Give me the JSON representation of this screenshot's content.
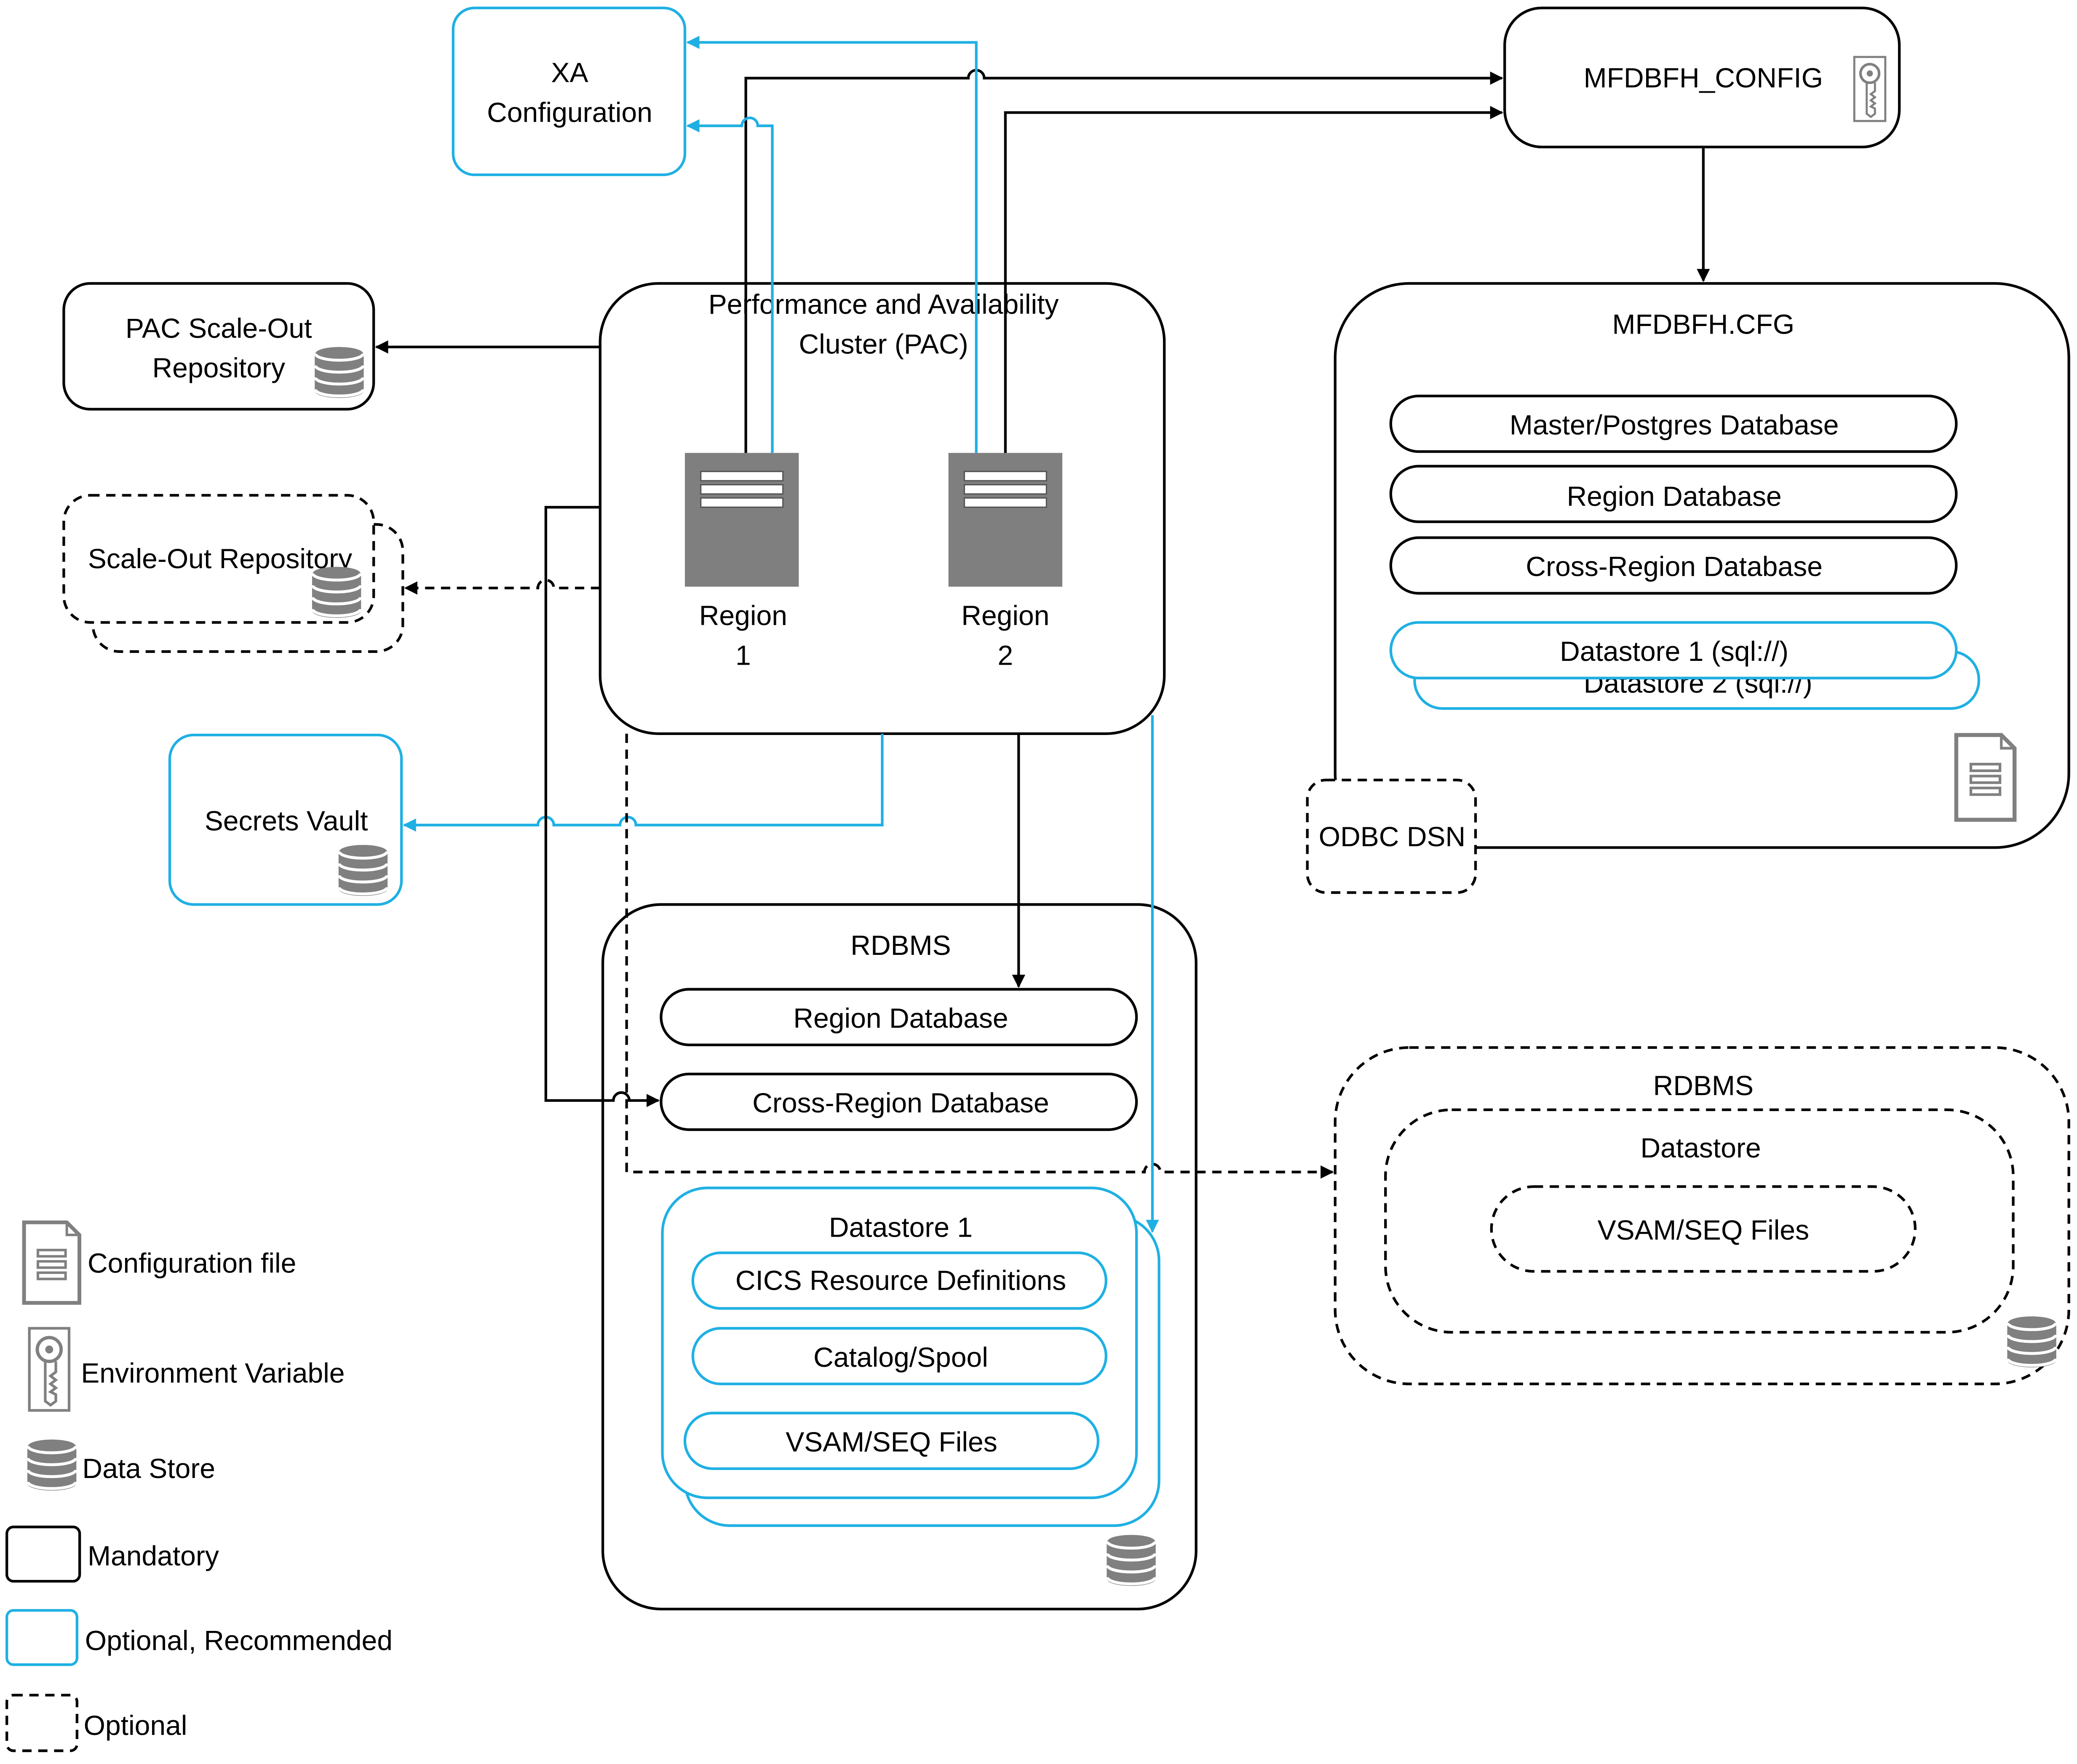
{
  "colors": {
    "mandatory": "#000000",
    "recommended": "#1fb0e3",
    "optional": "#000000",
    "server": "#7f7f7f",
    "icon_grey": "#808080"
  },
  "xa": {
    "line1": "XA",
    "line2": "Configuration"
  },
  "mfdbfh_config": {
    "label": "MFDBFH_CONFIG",
    "icon": "key-icon"
  },
  "pac_repo": {
    "line1": "PAC Scale-Out",
    "line2": "Repository",
    "icon": "database-icon"
  },
  "scaleout_repo": {
    "label": "Scale-Out Repository",
    "icon": "database-icon"
  },
  "secrets_vault": {
    "label": "Secrets Vault",
    "icon": "database-icon"
  },
  "pac": {
    "line1": "Performance and Availability",
    "line2": "Cluster (PAC)",
    "region1": {
      "line1": "Region",
      "line2": "1",
      "icon": "server-icon"
    },
    "region2": {
      "line1": "Region",
      "line2": "2",
      "icon": "server-icon"
    }
  },
  "mfdbfh_cfg": {
    "title": "MFDBFH.CFG",
    "items": [
      "Master/Postgres Database",
      "Region Database",
      "Cross-Region Database"
    ],
    "datastore1": "Datastore 1 (sql://)",
    "datastore2": "Datastore 2 (sql://)",
    "icon": "document-icon"
  },
  "odbc_dsn": {
    "label": "ODBC DSN"
  },
  "rdbms_main": {
    "title": "RDBMS",
    "region_db": "Region Database",
    "cross_region_db": "Cross-Region Database",
    "datastore": {
      "title": "Datastore 1",
      "items": [
        "CICS Resource Definitions",
        "Catalog/Spool",
        "VSAM/SEQ Files"
      ]
    },
    "icon": "database-icon"
  },
  "rdbms_optional": {
    "title": "RDBMS",
    "datastore": "Datastore",
    "files": "VSAM/SEQ Files",
    "icon": "database-icon"
  },
  "legend": {
    "configuration_file": "Configuration file",
    "environment_variable": "Environment Variable",
    "data_store": "Data Store",
    "mandatory": "Mandatory",
    "optional_recommended": "Optional, Recommended",
    "optional": "Optional"
  }
}
